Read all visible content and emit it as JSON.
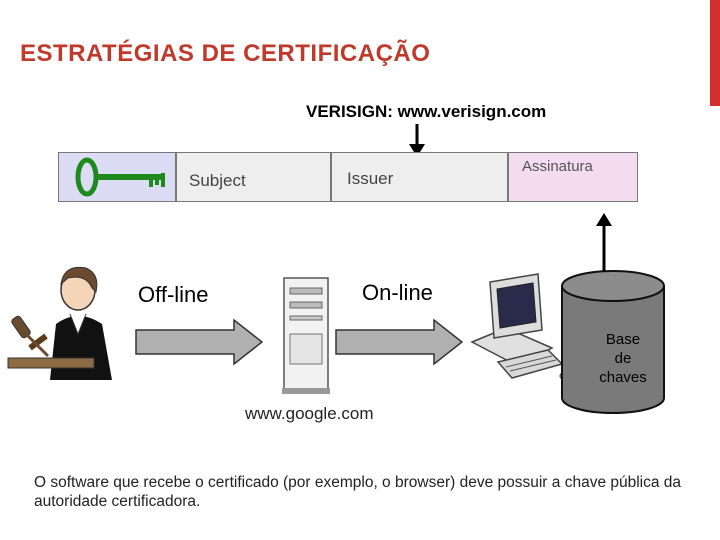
{
  "slide": {
    "title": "ESTRATÉGIAS DE CERTIFICAÇÃO",
    "verisign_label": "VERISIGN: www.verisign.com"
  },
  "certificate": {
    "subject_label": "Subject",
    "issuer_label": "Issuer",
    "signature_label": "Assinatura",
    "key_icon": "key-icon"
  },
  "flow": {
    "offline_label": "Off-line",
    "online_label": "On-line",
    "server_caption": "www.google.com",
    "database_lines": [
      "Base",
      "de",
      "chaves"
    ]
  },
  "footer": {
    "text": "O software que recebe o certificado (por exemplo, o browser) deve possuir a chave pública da autoridade certificadora."
  },
  "colors": {
    "title": "#c0392b",
    "accent_bar": "#d32f2f",
    "key_green": "#1e8a1e",
    "arrow_gray": "#b0b0b0",
    "database_fill": "#7a7a7a"
  }
}
